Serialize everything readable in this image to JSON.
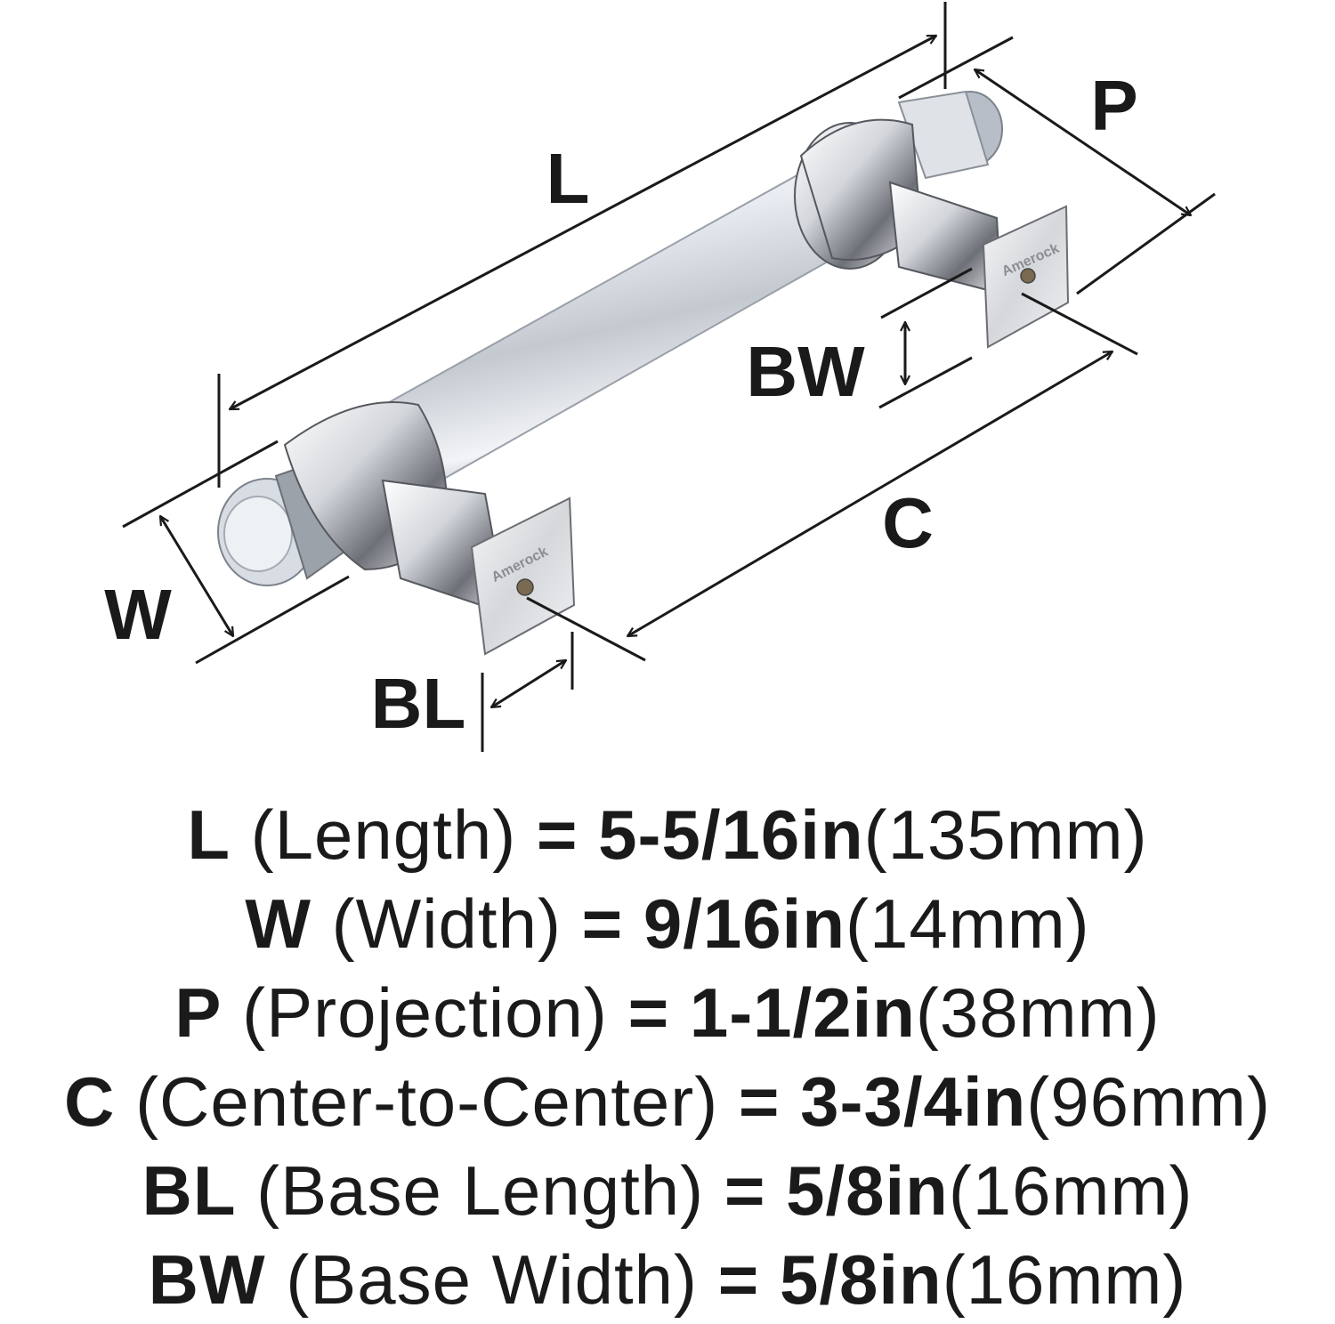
{
  "diagram": {
    "labels": {
      "L": "L",
      "P": "P",
      "BW": "BW",
      "C": "C",
      "W": "W",
      "BL": "BL"
    },
    "brand_mark": "Amerock",
    "colors": {
      "line": "#1a1a1a",
      "chrome_light": "#f4f4f6",
      "chrome_mid": "#c9cbd0",
      "chrome_dark": "#5a5c62",
      "acrylic": "#e6eaef"
    }
  },
  "specs": [
    {
      "code": "L",
      "desc": "(Length)",
      "eq": "=",
      "imperial": "5-5/16in",
      "metric": "(135mm)"
    },
    {
      "code": "W",
      "desc": "(Width)",
      "eq": "=",
      "imperial": "9/16in",
      "metric": "(14mm)"
    },
    {
      "code": "P",
      "desc": "(Projection)",
      "eq": "=",
      "imperial": "1-1/2in",
      "metric": "(38mm)"
    },
    {
      "code": "C",
      "desc": "(Center-to-Center)",
      "eq": "=",
      "imperial": "3-3/4in",
      "metric": "(96mm)"
    },
    {
      "code": "BL",
      "desc": "(Base Length)",
      "eq": "=",
      "imperial": "5/8in",
      "metric": "(16mm)"
    },
    {
      "code": "BW",
      "desc": "(Base Width)",
      "eq": "=",
      "imperial": "5/8in",
      "metric": "(16mm)"
    }
  ]
}
